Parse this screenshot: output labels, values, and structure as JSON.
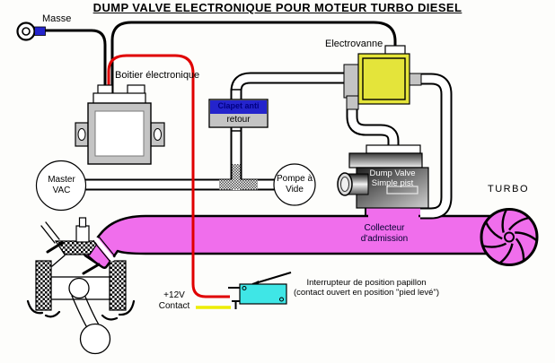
{
  "title": "DUMP VALVE ELECTRONIQUE POUR MOTEUR TURBO DIESEL",
  "labels": {
    "masse": "Masse",
    "boitier": "Boitier électronique",
    "electrovanne": "Electrovanne",
    "clapet_line1": "Clapet anti",
    "clapet_line2": "retour",
    "master_vac_line1": "Master",
    "master_vac_line2": "VAC",
    "pompe_line1": "Pompe à",
    "pompe_line2": "Vide",
    "dump_valve_line1": "Dump Valve",
    "dump_valve_line2": "Simple pist",
    "collecteur_line1": "Collecteur",
    "collecteur_line2": "d'admission",
    "turbo": "TURBO",
    "plus12v": "+12V",
    "contact": "Contact",
    "interrupteur_line1": "Interrupteur de position papillon",
    "interrupteur_line2": "(contact ouvert en position \"pied levé\")"
  },
  "colors": {
    "manifold_pink": "#F06EEC",
    "electrovanne_yellow": "#E4E43A",
    "switch_cyan": "#3FE6E6",
    "valve_blue": "#2424CC",
    "wire_red": "#E00000",
    "wire_yellow": "#EDED00",
    "wire_black": "#000000",
    "component_gray": "#C4C4C4",
    "background": "#FDFDFB"
  }
}
